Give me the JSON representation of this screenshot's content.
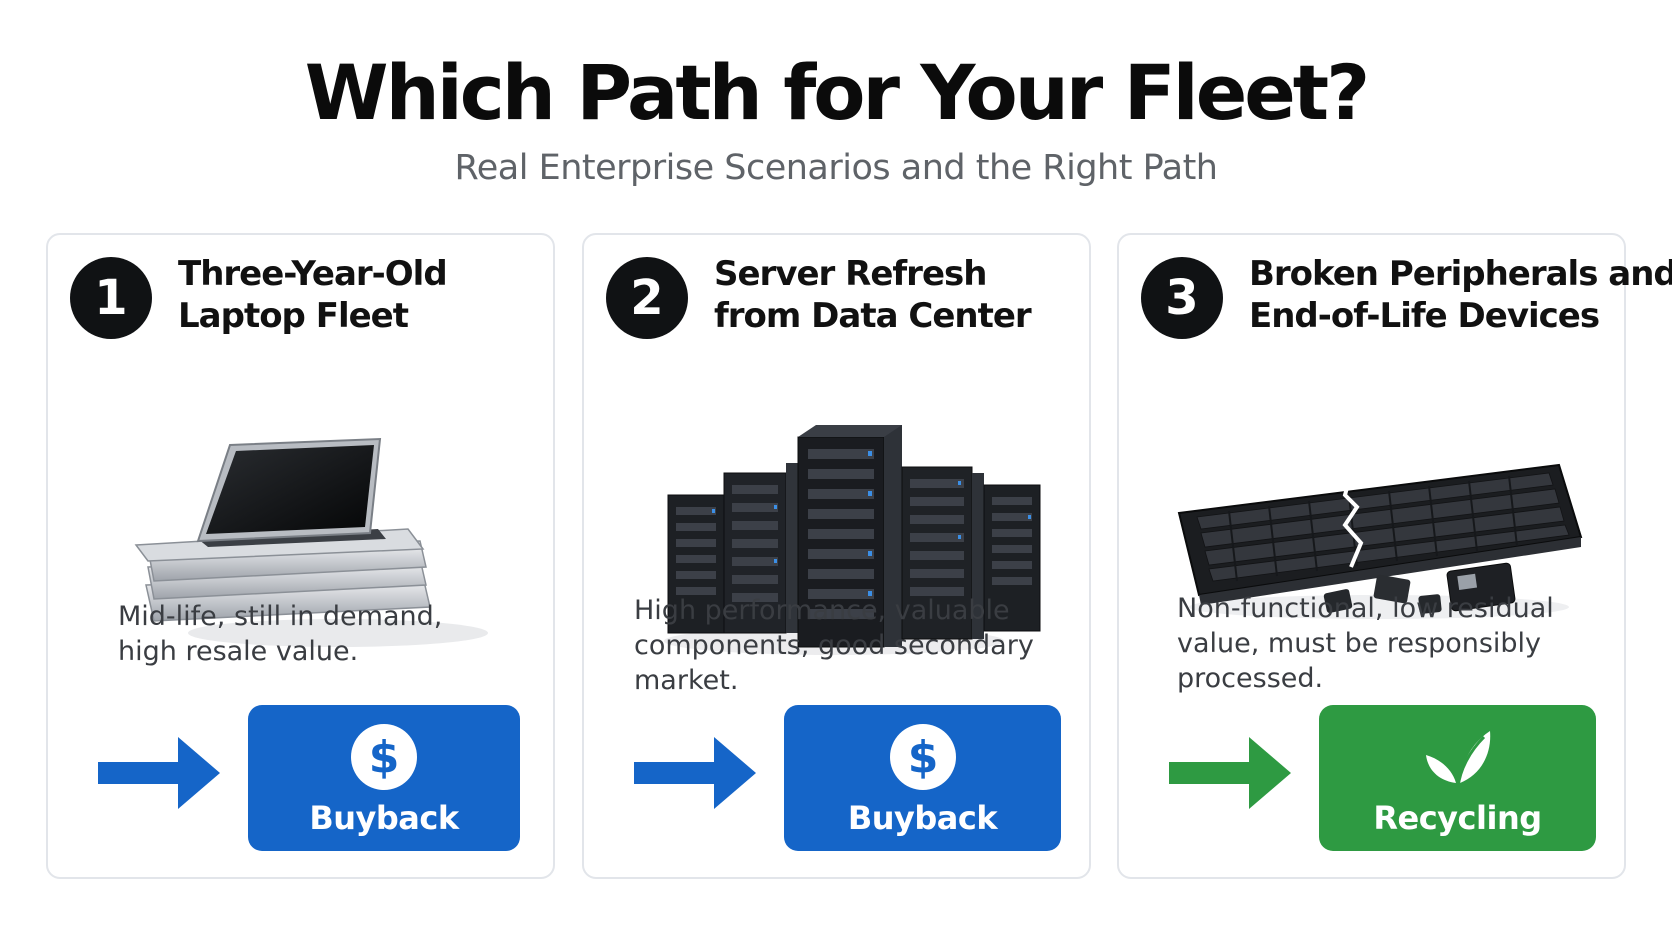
{
  "header": {
    "title": "Which Path for Your Fleet?",
    "subtitle": "Real Enterprise Scenarios and the Right Path"
  },
  "scenarios": [
    {
      "number": "1",
      "title_lines": [
        "Three-Year-Old",
        "Laptop Fleet"
      ],
      "image": "laptop-stack-icon",
      "description_lines": [
        "Mid-life, still in demand,",
        "high resale value."
      ],
      "outcome": {
        "label": "Buyback",
        "icon": "dollar-icon",
        "color": "#1565c8"
      }
    },
    {
      "number": "2",
      "title_lines": [
        "Server Refresh",
        "from Data Center"
      ],
      "image": "server-rack-icon",
      "description_lines": [
        "High performance, valuable",
        "components, good secondary",
        "market."
      ],
      "outcome": {
        "label": "Buyback",
        "icon": "dollar-icon",
        "color": "#1565c8"
      }
    },
    {
      "number": "3",
      "title_lines": [
        "Broken Peripherals and",
        "End-of-Life Devices"
      ],
      "image": "broken-keyboard-icon",
      "description_lines": [
        "Non-functional, low residual",
        "value, must be responsibly",
        "processed."
      ],
      "outcome": {
        "label": "Recycling",
        "icon": "leaf-icon",
        "color": "#2e9a42"
      }
    }
  ]
}
